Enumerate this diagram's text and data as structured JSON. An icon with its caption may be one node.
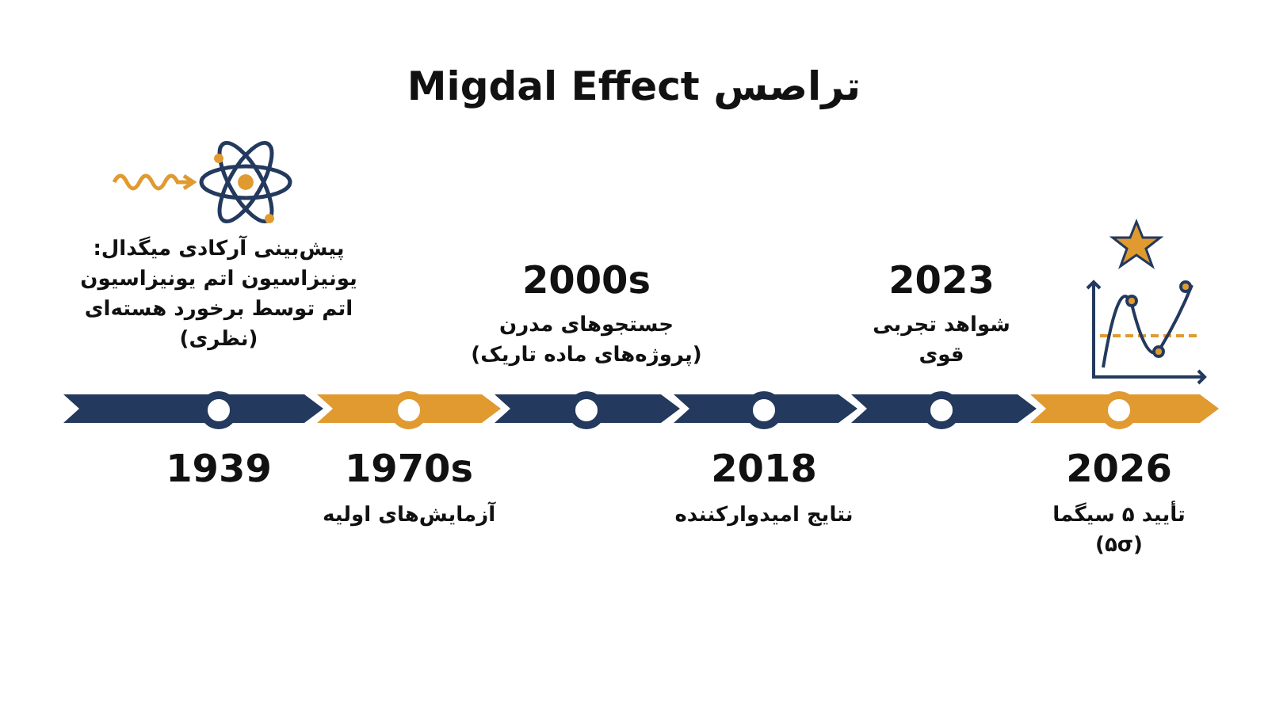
{
  "diagram": {
    "title": "تراصس Migdal Effect",
    "nodes": [
      {
        "text": [
          "پیش‌بینی آرکادی میگدال: یونیزاسیون اتم یونیزاسیون اتم توسط برخورد هسته‌ای (نظری)",
          "1939"
        ]
      },
      {
        "text": [
          "1970s",
          "آزمایش‌های اولیه"
        ]
      },
      {
        "text": [
          "2000s",
          "جستجوهای مدرن (پروژه‌های ماده تاریک)"
        ]
      },
      {
        "text": [
          "2018",
          "نتایج امیدوارکننده"
        ]
      },
      {
        "text": [
          "2023",
          "شواهد تجربی قوی"
        ]
      },
      {
        "text": [
          "2026",
          "تأیید ۵ سیگما (۵σ)"
        ]
      }
    ],
    "edges": []
  }
}
